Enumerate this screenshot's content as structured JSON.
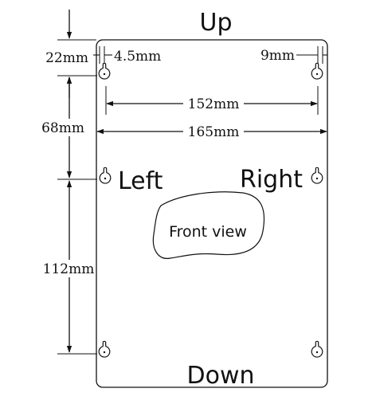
{
  "labels": {
    "up": "Up",
    "down": "Down",
    "left": "Left",
    "right": "Right",
    "front": "Front view"
  },
  "dimensions": {
    "top_margin": "22mm",
    "side_offset_left": "4.5mm",
    "side_offset_right": "9mm",
    "inner_width": "152mm",
    "outer_width": "165mm",
    "upper_spacing": "68mm",
    "lower_spacing": "112mm"
  }
}
